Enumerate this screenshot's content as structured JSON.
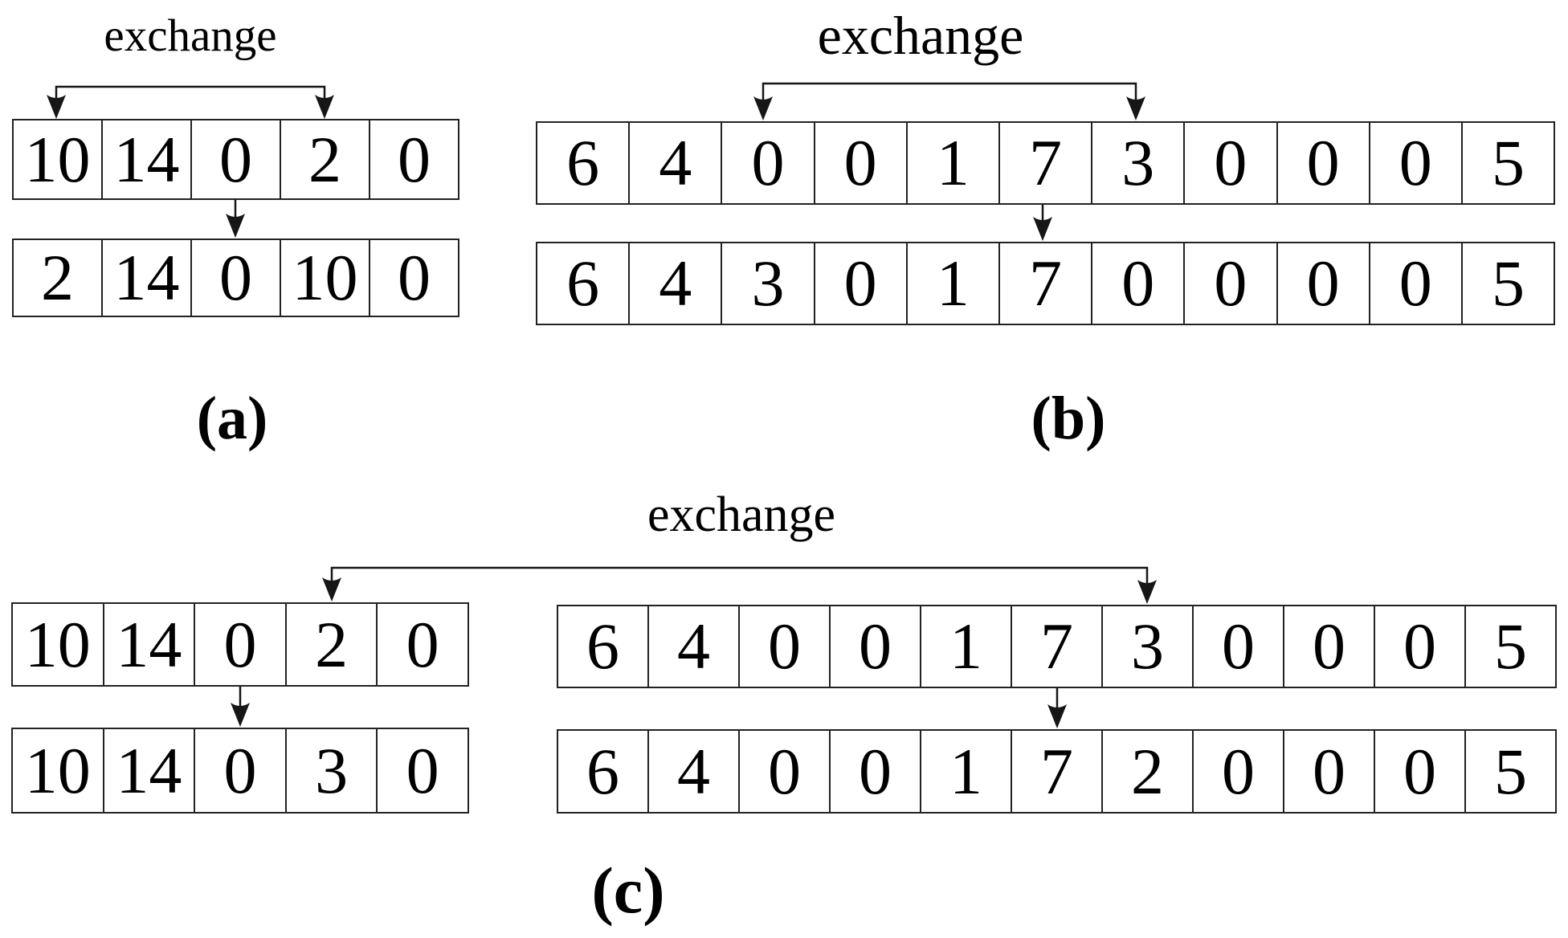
{
  "figure": {
    "description_visible_text_only": "",
    "colors": {
      "line": "#161616",
      "background": "#ffffff",
      "text": "#000000"
    }
  },
  "panels": {
    "a": {
      "exchange_label": "exchange",
      "caption": "(a)",
      "top_row": [
        "10",
        "14",
        "0",
        "2",
        "0"
      ],
      "bottom_row": [
        "2",
        "14",
        "0",
        "10",
        "0"
      ]
    },
    "b": {
      "exchange_label": "exchange",
      "caption": "(b)",
      "top_row": [
        "6",
        "4",
        "0",
        "0",
        "1",
        "7",
        "3",
        "0",
        "0",
        "0",
        "5"
      ],
      "bottom_row": [
        "6",
        "4",
        "3",
        "0",
        "1",
        "7",
        "0",
        "0",
        "0",
        "0",
        "5"
      ]
    },
    "c": {
      "exchange_label": "exchange",
      "caption": "(c)",
      "left_top_row": [
        "10",
        "14",
        "0",
        "2",
        "0"
      ],
      "left_bottom_row": [
        "10",
        "14",
        "0",
        "3",
        "0"
      ],
      "right_top_row": [
        "6",
        "4",
        "0",
        "0",
        "1",
        "7",
        "3",
        "0",
        "0",
        "0",
        "5"
      ],
      "right_bottom_row": [
        "6",
        "4",
        "0",
        "0",
        "1",
        "7",
        "2",
        "0",
        "0",
        "0",
        "5"
      ]
    }
  }
}
